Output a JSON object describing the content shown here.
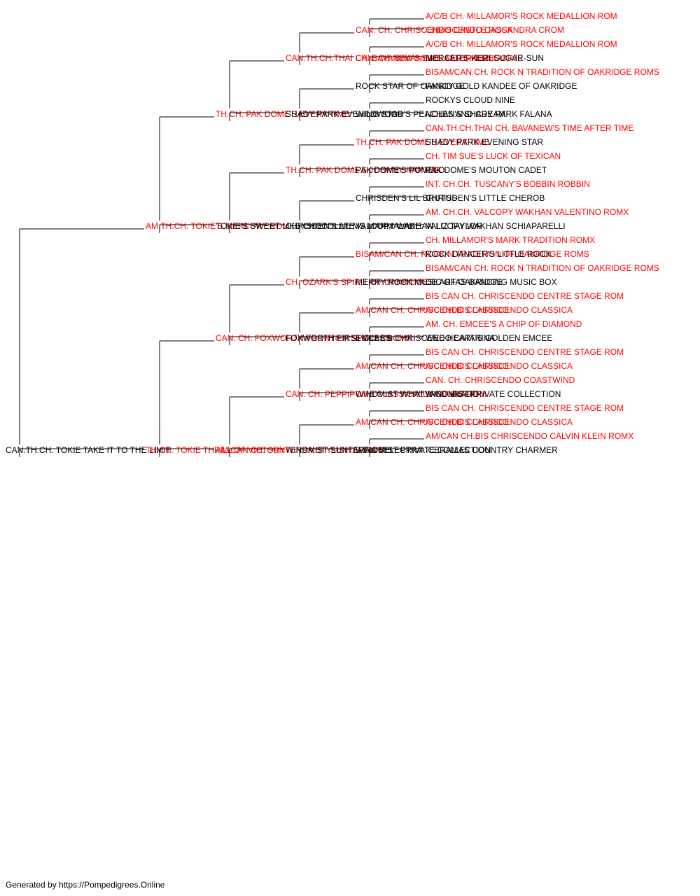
{
  "colors": {
    "champion": "#ff0000",
    "regular": "#000000",
    "line": "#000000"
  },
  "dog": {
    "name": "CAN.TH.CH. TOKIE TAKE IT TO THE LIMIT",
    "champ": false,
    "sire": {
      "name": "AM.TH.CH. TOKIE'S MERCURY ROM",
      "champ": true,
      "sire": {
        "name": "TH.CH. PAK DOME'S EVERY TIME",
        "champ": true,
        "sire": {
          "name": "CAN.TH.CH.THAI CH. BAVANEW'S TIME AFTER TIME",
          "champ": true,
          "sire": {
            "name": "CAN. CH. CHRISCENDO CASTLE ROCK",
            "champ": true,
            "sire": {
              "name": "A/C/B CH. MILLAMOR'S ROCK MEDALLION ROM",
              "champ": true
            },
            "dam": {
              "name": "CHRISCENDO CASSANDRA CROM",
              "champ": true
            }
          },
          "dam": {
            "name": "CAN. CH. BAVANEW'S LADY MEDUGORJE",
            "champ": true,
            "sire": {
              "name": "A/C/B CH. MILLAMOR'S ROCK MEDALLION ROM",
              "champ": true
            },
            "dam": {
              "name": "MERCER'S KERI SUGAR-SUN",
              "champ": false
            }
          }
        },
        "dam": {
          "name": "SHADY PARK EVENING STAR",
          "champ": false,
          "sire": {
            "name": "ROCK STAR OF OAKRIDGE",
            "champ": false,
            "sire": {
              "name": "BISAM/CAN CH. ROCK N TRADITION OF OAKRIDGE ROMS",
              "champ": true
            },
            "dam": {
              "name": "FANCY GOLD KANDEE OF OAKRIDGE",
              "champ": false
            }
          },
          "dam": {
            "name": "WILDWOOD'S PEACHES AND CREAM",
            "champ": false,
            "sire": {
              "name": "ROCKYS CLOUD NINE",
              "champ": false
            },
            "dam": {
              "name": "NOLAN'S SHADY PARK FALANA",
              "champ": false
            }
          }
        }
      },
      "dam": {
        "name": "TOKIE'S SWEET LIKE CHOCOLATE",
        "champ": false,
        "sire": {
          "name": "TH.CH. PAK DOME'S JOHNNY RAPTOR",
          "champ": true,
          "sire": {
            "name": "TH.CH. PAK DOME'S EVERY TIME",
            "champ": true,
            "sire": {
              "name": "CAN.TH.CH.THAI CH. BAVANEW'S TIME AFTER TIME",
              "champ": true
            },
            "dam": {
              "name": "SHADY PARK EVENING STAR",
              "champ": false
            }
          },
          "dam": {
            "name": "PAK DOME'S POMELO",
            "champ": false,
            "sire": {
              "name": "CH. TIM SUE'S LUCK OF TEXICAN",
              "champ": true
            },
            "dam": {
              "name": "PAK DOME'S MOUTON CADET",
              "champ": false
            }
          }
        },
        "dam": {
          "name": "CHRISDEN'S LIL MS MARMALADE",
          "champ": false,
          "sire": {
            "name": "CHRISDEN'S LIL BRUTUS",
            "champ": false,
            "sire": {
              "name": "INT. CH.CH. TUSCANY'S BOBBIN ROBBIN",
              "champ": true
            },
            "dam": {
              "name": "CHRISDEN'S LITTLE CHEROB",
              "champ": false
            }
          },
          "dam": {
            "name": "VALCOPY WAKHAN LIZ TAYLOR",
            "champ": false,
            "sire": {
              "name": "AM. CH.CH. VALCOPY WAKHAN VALENTINO ROMX",
              "champ": true
            },
            "dam": {
              "name": "VALCOPY WAKHAN SCHIAPARELLI",
              "champ": false
            }
          }
        }
      }
    },
    "dam": {
      "name": "TH.CH. TOKIE THRILL OF VICTORY",
      "champ": true,
      "sire": {
        "name": "CAN. CH. FOXWORTH FRONTIER SPIRIT CROMX",
        "champ": true,
        "sire": {
          "name": "CH. OZARK'S SPIRIT OF OAKRIDGE",
          "champ": true,
          "sire": {
            "name": "BISAM/CAN CH. ROCK N TRADITION OF OAKRIDGE ROMS",
            "champ": true,
            "sire": {
              "name": "CH. MILLAMOR'S MARK TRADITION ROMX",
              "champ": true
            },
            "dam": {
              "name": "ROCK DANCER'S LITTLE ROCK",
              "champ": false
            }
          },
          "dam": {
            "name": "MERRY ROCK MUSIC OF OAKRIDGE",
            "champ": false,
            "sire": {
              "name": "BISAM/CAN CH. ROCK N TRADITION OF OAKRIDGE ROMS",
              "champ": true
            },
            "dam": {
              "name": "DE ARTAS DANCING MUSIC BOX",
              "champ": false
            }
          }
        },
        "dam": {
          "name": "FOXWORTH FIRST CLASS",
          "champ": false,
          "sire": {
            "name": "AM/CAN CH. CHRISCENDO CLASSICO",
            "champ": true,
            "sire": {
              "name": "BIS CAN CH. CHRISCENDO CENTRE STAGE ROM",
              "champ": true
            },
            "dam": {
              "name": "A/C CH.BIS CHRISCENDO CLASSICA",
              "champ": true
            }
          },
          "dam": {
            "name": "EMCEE'S CHRISCENDO CATARINA",
            "champ": false,
            "sire": {
              "name": "AM. CH. EMCEE'S A CHIP OF DIAMOND",
              "champ": true
            },
            "dam": {
              "name": "WEE HEART'S GOLDEN EMCEE",
              "champ": false
            }
          }
        }
      },
      "dam": {
        "name": "AM/CAN CH. SUNTERRA STYLISH AFFAIR",
        "champ": true,
        "sire": {
          "name": "CAN. CH. PEPPIPOMS CLASSICALLY YOURS ROM",
          "champ": true,
          "sire": {
            "name": "AM/CAN CH. CHRISCENDO CLASSICO",
            "champ": true,
            "sire": {
              "name": "BIS CAN CH. CHRISCENDO CENTRE STAGE ROM",
              "champ": true
            },
            "dam": {
              "name": "A/C CH.BIS CHRISCENDO CLASSICA",
              "champ": true
            }
          },
          "dam": {
            "name": "WINDMIST WHATYAGONNADO",
            "champ": false,
            "sire": {
              "name": "CAN. CH. CHRISCENDO COASTWIND",
              "champ": true
            },
            "dam": {
              "name": "WINDMIST PRIVATE COLLECTION",
              "champ": false
            }
          }
        },
        "dam": {
          "name": "WINDMIST SUNTERRA SELECTRA",
          "champ": false,
          "sire": {
            "name": "AM/CAN CH. CHRISCENDO CLASSICO",
            "champ": true,
            "sire": {
              "name": "BIS CAN CH. CHRISCENDO CENTRE STAGE ROM",
              "champ": true
            },
            "dam": {
              "name": "A/C CH.BIS CHRISCENDO CLASSICA",
              "champ": true
            }
          },
          "dam": {
            "name": "WINDMIST PRIVATE COLLECTION",
            "champ": false,
            "sire": {
              "name": "AM/CAN CH.BIS CHRISCENDO CALVIN KLEIN ROMX",
              "champ": true
            },
            "dam": {
              "name": "ICERAMAS COUNTRY CHARMER",
              "champ": false
            }
          }
        }
      }
    }
  },
  "footer": {
    "text": "Generated by https://Pompedigrees.Online"
  }
}
